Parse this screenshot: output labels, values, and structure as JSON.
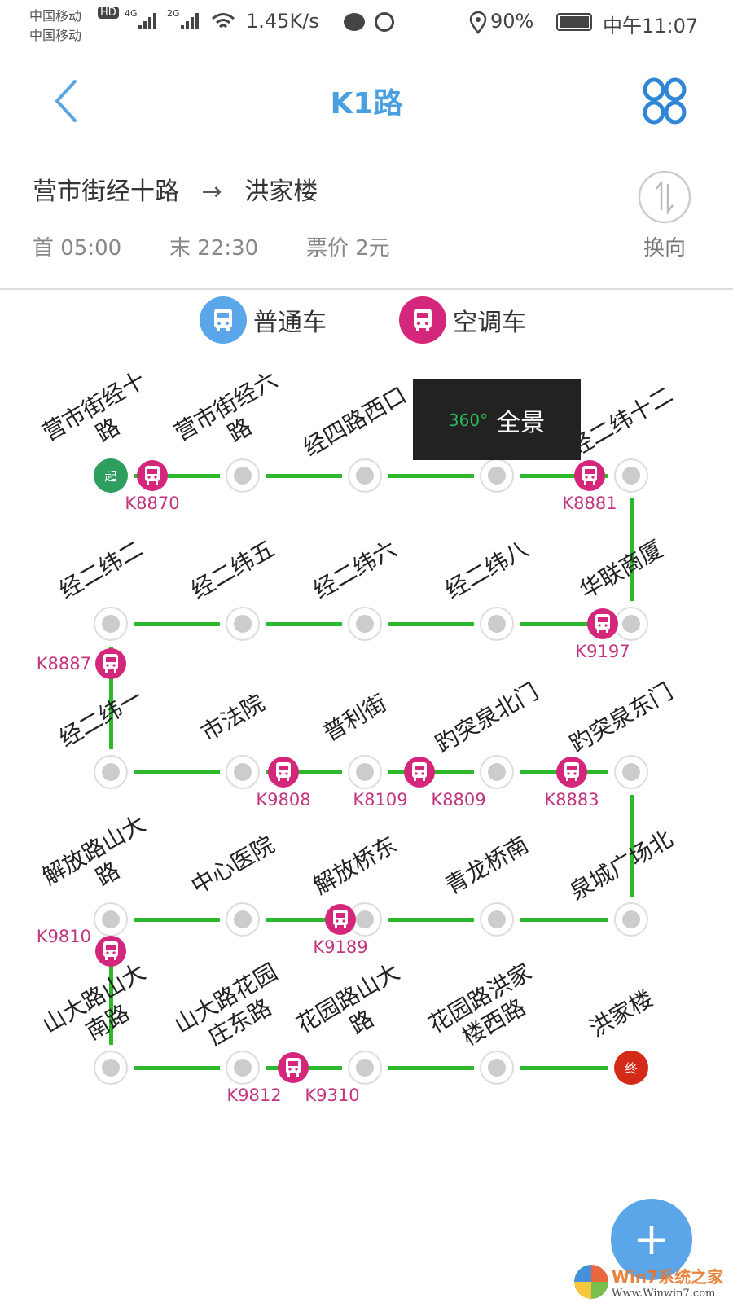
{
  "status_bar": {
    "carrier1": "中国移动",
    "carrier2": "中国移动",
    "hd": "HD",
    "net1": "4G",
    "net2": "2G",
    "speed": "1.45K/s",
    "battery": "90%",
    "time": "中午11:07"
  },
  "header": {
    "title": "K1路",
    "back_icon": "chevron-left-icon",
    "menu_icon": "grid-icon"
  },
  "route": {
    "from": "营市街经十路",
    "arrow": "→",
    "to": "洪家楼",
    "first": "首 05:00",
    "last": "末 22:30",
    "fare": "票价 2元",
    "swap_label": "换向"
  },
  "legend": [
    {
      "label": "普通车",
      "color": "#5aa6e8"
    },
    {
      "label": "空调车",
      "color": "#d4267a"
    }
  ],
  "popup": {
    "badge": "360°",
    "label": "全景"
  },
  "colors": {
    "line": "#2db82d",
    "start": "#2e9e5e",
    "end": "#d42a1a",
    "bus": "#d4267a",
    "accent": "#4a9fe0"
  },
  "stations": [
    {
      "name": "营市街经十\n路",
      "badge": "起"
    },
    {
      "name": "营市街经六\n路"
    },
    {
      "name": "经四路西口"
    },
    {
      "name": ""
    },
    {
      "name": "经二纬十二"
    },
    {
      "name": "华联商厦"
    },
    {
      "name": "经二纬八"
    },
    {
      "name": "经二纬六"
    },
    {
      "name": "经二纬五"
    },
    {
      "name": "经二纬二"
    },
    {
      "name": "经二纬一"
    },
    {
      "name": "市法院"
    },
    {
      "name": "普利街"
    },
    {
      "name": "趵突泉北门"
    },
    {
      "name": "趵突泉东门"
    },
    {
      "name": "泉城广场北"
    },
    {
      "name": "青龙桥南"
    },
    {
      "name": "解放桥东"
    },
    {
      "name": "中心医院"
    },
    {
      "name": "解放路山大\n路"
    },
    {
      "name": "山大路山大\n南路"
    },
    {
      "name": "山大路花园\n庄东路"
    },
    {
      "name": "花园路山大\n路"
    },
    {
      "name": "花园路洪家\n楼西路"
    },
    {
      "name": "洪家楼",
      "badge": "终"
    }
  ],
  "buses": [
    {
      "ids": [
        "K8870"
      ]
    },
    {
      "ids": [
        "K8881"
      ]
    },
    {
      "ids": [
        "K9197"
      ]
    },
    {
      "ids": [
        "K8887"
      ]
    },
    {
      "ids": [
        "K9808"
      ]
    },
    {
      "ids": [
        "K8109",
        "K8809"
      ]
    },
    {
      "ids": [
        "K8883"
      ]
    },
    {
      "ids": [
        "K9189"
      ]
    },
    {
      "ids": [
        "K9810"
      ]
    },
    {
      "ids": [
        "K9812",
        "K9310"
      ]
    }
  ],
  "fab": {
    "label": "+"
  },
  "watermark": {
    "brand": "Win7系统之家",
    "url": "Www.Winwin7.com"
  }
}
